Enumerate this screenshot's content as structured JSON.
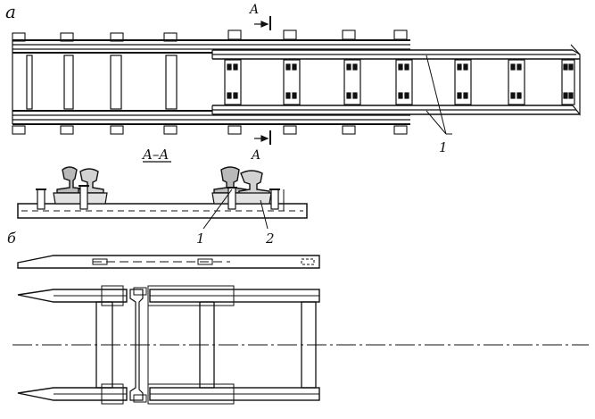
{
  "labels": {
    "view_a": "a",
    "view_b": "б",
    "section_top": "A",
    "section_bottom": "A",
    "section_title": "A–A",
    "callout_top": "1",
    "callout_section_1": "1",
    "callout_section_2": "2"
  },
  "colors": {
    "ink": "#111111",
    "paper": "#ffffff"
  }
}
